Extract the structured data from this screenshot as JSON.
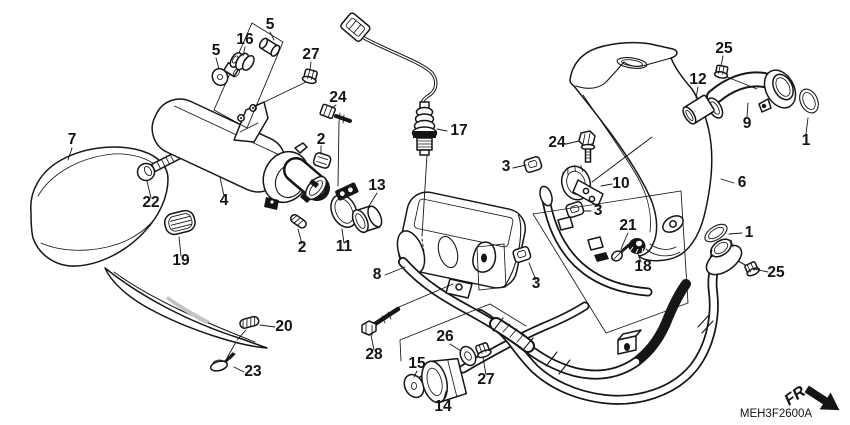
{
  "diagram": {
    "drawing_code": "MEH3F2600A",
    "direction_label": "FR.",
    "callouts": [
      "5",
      "16",
      "5",
      "27",
      "24",
      "2",
      "7",
      "17",
      "22",
      "4",
      "13",
      "11",
      "2",
      "19",
      "8",
      "20",
      "23",
      "28",
      "15",
      "26",
      "14",
      "27",
      "3",
      "24",
      "10",
      "3",
      "3",
      "21",
      "18",
      "6",
      "25",
      "12",
      "9",
      "1",
      "1",
      "25"
    ]
  }
}
